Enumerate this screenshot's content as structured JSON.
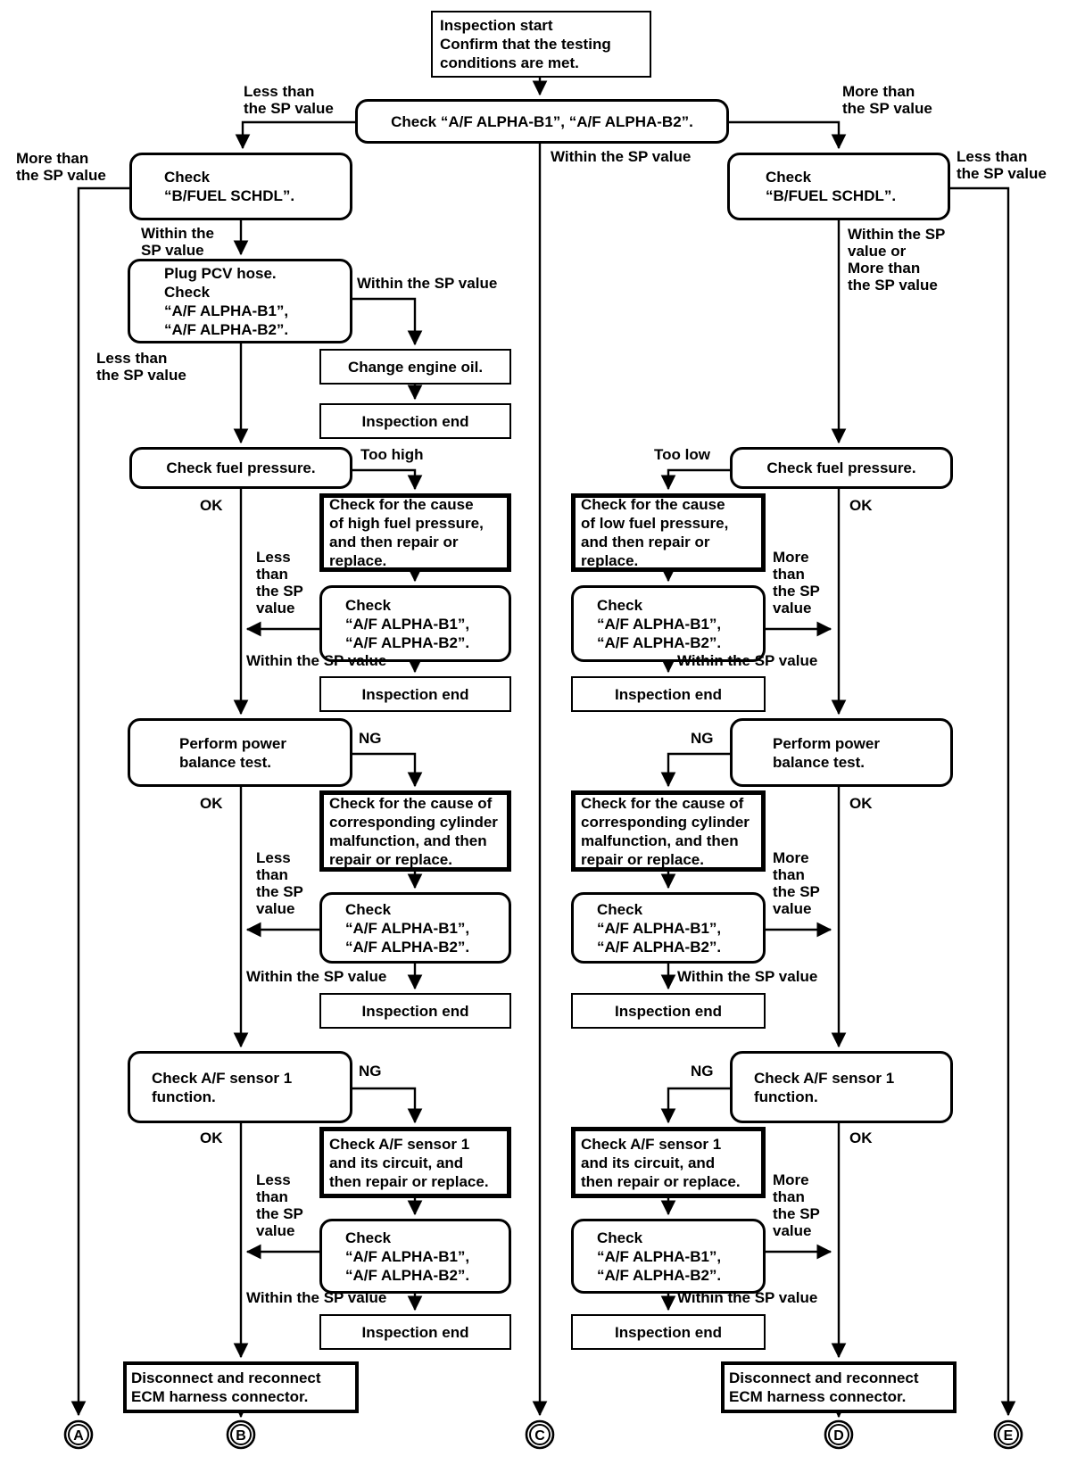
{
  "nodes": {
    "inspection_start": "Inspection start\nConfirm that the testing\nconditions are met.",
    "check_alpha_top": "Check “A/F ALPHA-B1”, “A/F ALPHA-B2”.",
    "bfuel": "Check\n“B/FUEL SCHDL”.",
    "plug_pcv": "Plug PCV hose.\nCheck\n“A/F ALPHA-B1”,\n“A/F ALPHA-B2”.",
    "change_oil": "Change engine oil.",
    "inspection_end": "Inspection end",
    "fuel_pressure": "Check fuel pressure.",
    "cause_high": "Check for the cause\nof high fuel pressure,\nand then repair or\nreplace.",
    "cause_low": "Check for the cause\nof low fuel pressure,\nand then repair or\nreplace.",
    "check_alpha_sub": "Check\n“A/F ALPHA-B1”,\n“A/F ALPHA-B2”.",
    "power_balance": "Perform power\nbalance test.",
    "cause_cylinder": "Check for the cause of\ncorresponding cylinder\nmalfunction, and then\nrepair or replace.",
    "sensor_function": "Check A/F sensor 1\nfunction.",
    "sensor_circuit": "Check A/F sensor 1\nand its circuit, and\nthen repair or replace.",
    "disconnect": "Disconnect and reconnect\nECM harness connector."
  },
  "labels": {
    "less_sp": "Less than\nthe SP value",
    "more_sp": "More than\nthe SP value",
    "within_sp": "Within the SP value",
    "within_sp_2line": "Within the\nSP value",
    "within_or_more": "Within the SP\nvalue or\nMore than\nthe SP value",
    "less_4": "Less\nthan\nthe SP\nvalue",
    "more_4": "More\nthan\nthe SP\nvalue",
    "too_high": "Too high",
    "too_low": "Too low",
    "ok": "OK",
    "ng": "NG"
  },
  "terminators": [
    "A",
    "B",
    "C",
    "D",
    "E"
  ]
}
